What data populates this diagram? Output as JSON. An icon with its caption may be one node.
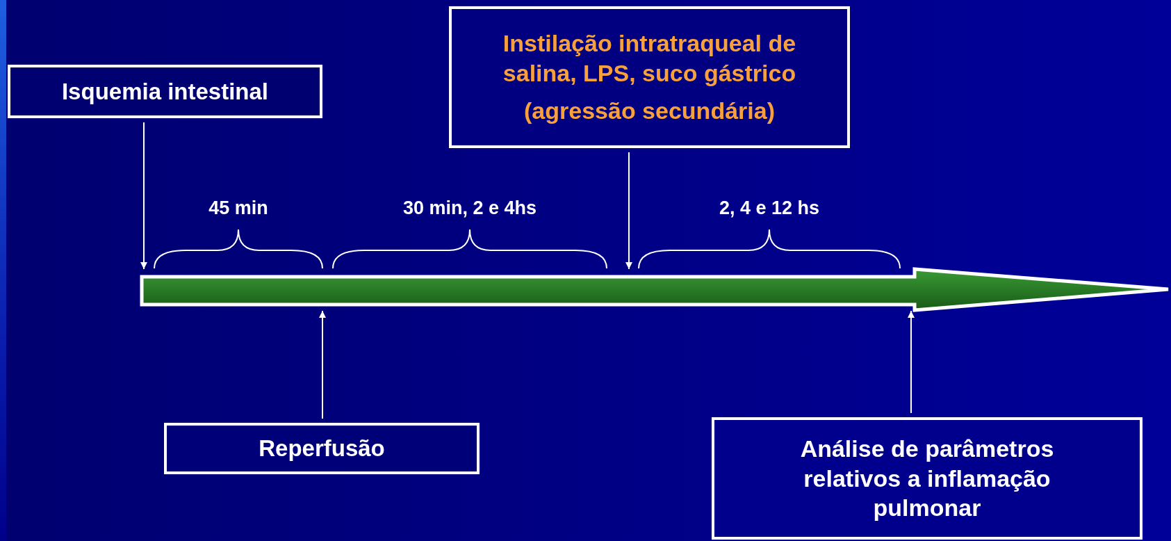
{
  "diagram": {
    "nodes": [
      {
        "text": [
          "Isquemia intestinal"
        ]
      },
      {
        "text": [
          "Instilação intratraqueal de salina, LPS, suco gástrico",
          "(agressão secundária)"
        ]
      },
      {
        "text": [
          "Reperfusão"
        ]
      },
      {
        "text": [
          "Análise de parâmetros relativos a inflamação pulmonar"
        ]
      },
      {
        "text": [],
        "shape": "arrow"
      }
    ],
    "edges": [
      {
        "from": 0,
        "to": 4,
        "arrow": "to"
      },
      {
        "from": 1,
        "to": 4,
        "arrow": "to"
      },
      {
        "from": 2,
        "to": 4,
        "arrow": "to"
      },
      {
        "from": 3,
        "to": 4,
        "arrow": "to"
      }
    ],
    "labels": [
      "45 min",
      "30 min, 2 e 4hs",
      "2, 4 e 12 hs"
    ]
  }
}
